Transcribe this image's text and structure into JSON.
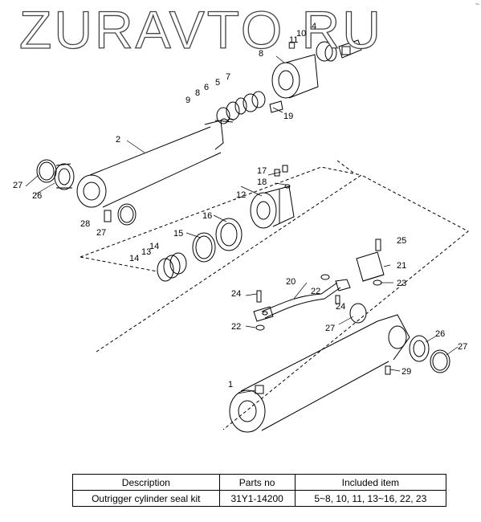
{
  "watermark": "ZURAVTO.RU",
  "corner_mark": "~",
  "callouts": {
    "p1": "1",
    "p2": "2",
    "p4": "4",
    "p5": "5",
    "p6": "6",
    "p7": "7",
    "p8": "8",
    "p8b": "8",
    "p9": "9",
    "p10": "10",
    "p11": "11",
    "p12": "12",
    "p13": "13",
    "p14a": "14",
    "p14b": "14",
    "p15": "15",
    "p16": "16",
    "p17": "17",
    "p18": "18",
    "p19": "19",
    "p20": "20",
    "p21": "21",
    "p22a": "22",
    "p22b": "22",
    "p23": "23",
    "p24a": "24",
    "p24b": "24",
    "p25": "25",
    "p26a": "26",
    "p26b": "26",
    "p27a": "27",
    "p27b": "27",
    "p27c": "27",
    "p27d": "27",
    "p28": "28",
    "p29": "29"
  },
  "kit_table": {
    "headers": [
      "Description",
      "Parts no",
      "Included item"
    ],
    "rows": [
      [
        "Outrigger cylinder seal kit",
        "31Y1-14200",
        "5~8, 10, 11, 13~16, 22, 23"
      ]
    ]
  }
}
